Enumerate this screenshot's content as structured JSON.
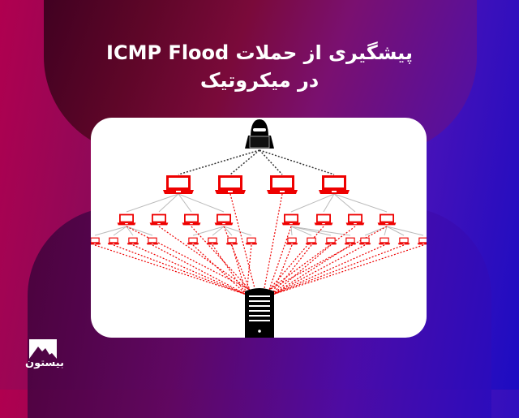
{
  "title": {
    "line1": "پیشگیری از حملات ICMP Flood",
    "line2": "در میکروتیک"
  },
  "diagram": {
    "description": "DDoS botnet diagram: attacker controls handler laptops which control zombie laptops flooding a server",
    "attacker_icon": "hacker-icon",
    "target_icon": "server-icon",
    "node_icon": "laptop-icon",
    "tiers": [
      {
        "name": "attacker",
        "count": 1
      },
      {
        "name": "handlers",
        "count": 4
      },
      {
        "name": "agents-tier-1",
        "count": 8
      },
      {
        "name": "agents-tier-2",
        "count": 16
      }
    ],
    "colors": {
      "laptop": "#ee0000",
      "attack_line": "#ee0000",
      "control_line_top": "#333333",
      "control_line": "#bbbbbb",
      "server": "#000000"
    }
  },
  "brand": {
    "name": "بیستون",
    "icon": "mountain-logo-icon"
  },
  "colors": {
    "background_left": "#b0004f",
    "background_right": "#1c0cc2",
    "card": "#ffffff",
    "title_text": "#ffffff"
  }
}
